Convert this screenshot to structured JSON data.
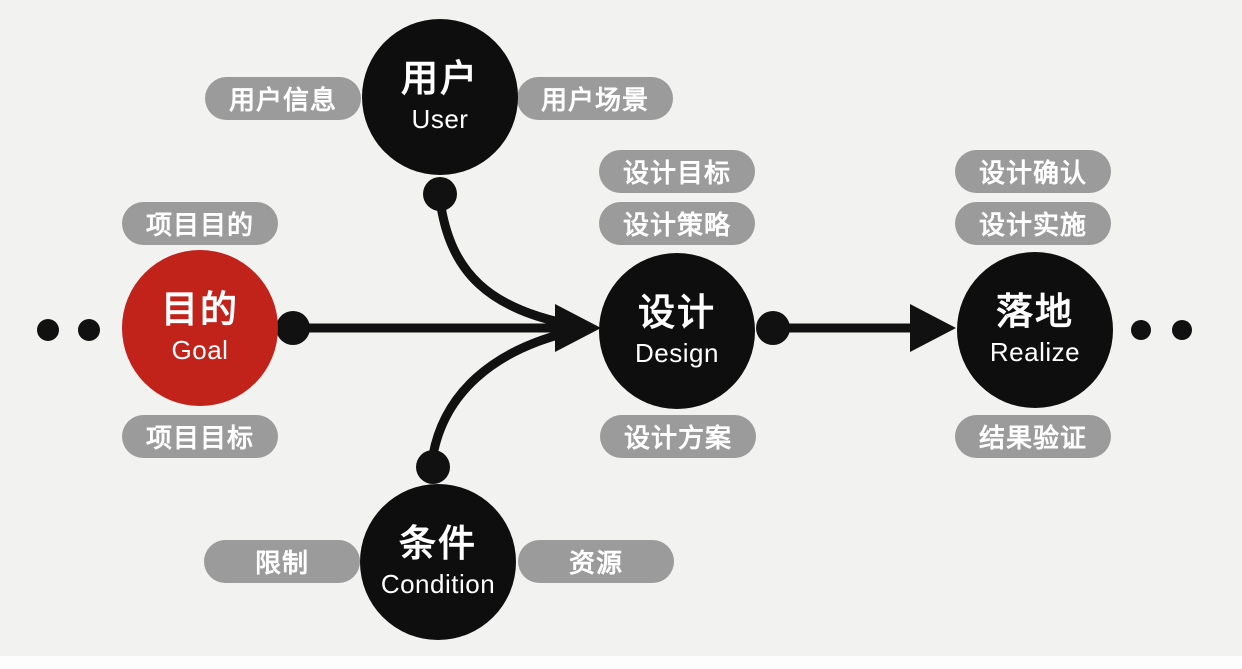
{
  "diagram_title": "design-process-flow",
  "colors": {
    "background": "#f2f2f0",
    "node_black": "#0e0e0e",
    "node_red": "#c1221a",
    "pill_gray": "#9b9b9b",
    "text_white": "#ffffff",
    "connector_black": "#111111"
  },
  "nodes": [
    {
      "id": "goal",
      "zh": "目的",
      "en": "Goal",
      "color": "#c1221a"
    },
    {
      "id": "user",
      "zh": "用户",
      "en": "User",
      "color": "#0e0e0e"
    },
    {
      "id": "design",
      "zh": "设计",
      "en": "Design",
      "color": "#0e0e0e"
    },
    {
      "id": "realize",
      "zh": "落地",
      "en": "Realize",
      "color": "#0e0e0e"
    },
    {
      "id": "condition",
      "zh": "条件",
      "en": "Condition",
      "color": "#0e0e0e"
    }
  ],
  "pills": [
    {
      "id": "user-info",
      "label": "用户信息",
      "attached_to": "user",
      "position": "left"
    },
    {
      "id": "user-scenario",
      "label": "用户场景",
      "attached_to": "user",
      "position": "right"
    },
    {
      "id": "project-purpose",
      "label": "项目目的",
      "attached_to": "goal",
      "position": "above"
    },
    {
      "id": "project-target",
      "label": "项目目标",
      "attached_to": "goal",
      "position": "below"
    },
    {
      "id": "design-goal",
      "label": "设计目标",
      "attached_to": "design",
      "position": "above"
    },
    {
      "id": "design-strategy",
      "label": "设计策略",
      "attached_to": "design",
      "position": "above"
    },
    {
      "id": "design-solution",
      "label": "设计方案",
      "attached_to": "design",
      "position": "below"
    },
    {
      "id": "design-confirm",
      "label": "设计确认",
      "attached_to": "realize",
      "position": "above"
    },
    {
      "id": "design-implement",
      "label": "设计实施",
      "attached_to": "realize",
      "position": "above"
    },
    {
      "id": "result-verify",
      "label": "结果验证",
      "attached_to": "realize",
      "position": "below"
    },
    {
      "id": "restriction",
      "label": "限制",
      "attached_to": "condition",
      "position": "left"
    },
    {
      "id": "resource",
      "label": "资源",
      "attached_to": "condition",
      "position": "right"
    }
  ],
  "connections": [
    {
      "from": "goal",
      "to": "design",
      "type": "arrow-line"
    },
    {
      "from": "user",
      "to": "design",
      "type": "curve"
    },
    {
      "from": "condition",
      "to": "design",
      "type": "curve"
    },
    {
      "from": "design",
      "to": "realize",
      "type": "arrow-line"
    }
  ],
  "ellipsis": {
    "left_dots": 2,
    "right_dots": 2
  }
}
